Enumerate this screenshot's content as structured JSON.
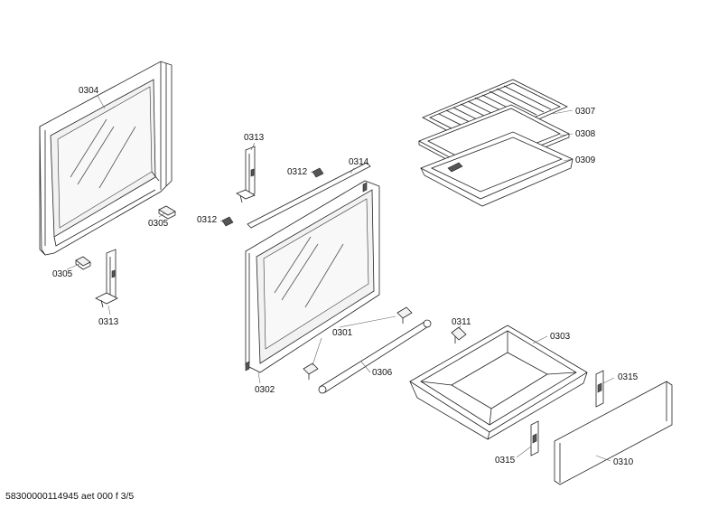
{
  "parts": [
    {
      "id": "p0304",
      "label": "0304"
    },
    {
      "id": "p0313a",
      "label": "0313"
    },
    {
      "id": "p0312a",
      "label": "0312"
    },
    {
      "id": "p0314",
      "label": "0314"
    },
    {
      "id": "p0312b",
      "label": "0312"
    },
    {
      "id": "p0305a",
      "label": "0305"
    },
    {
      "id": "p0305b",
      "label": "0305"
    },
    {
      "id": "p0313b",
      "label": "0313"
    },
    {
      "id": "p0307",
      "label": "0307"
    },
    {
      "id": "p0308",
      "label": "0308"
    },
    {
      "id": "p0309",
      "label": "0309"
    },
    {
      "id": "p0311",
      "label": "0311"
    },
    {
      "id": "p0303",
      "label": "0303"
    },
    {
      "id": "p0301",
      "label": "0301"
    },
    {
      "id": "p0306",
      "label": "0306"
    },
    {
      "id": "p0302",
      "label": "0302"
    },
    {
      "id": "p0315a",
      "label": "0315"
    },
    {
      "id": "p0315b",
      "label": "0315"
    },
    {
      "id": "p0310",
      "label": "0310"
    }
  ],
  "footer": "58300000114945 aet 000 f 3/5"
}
